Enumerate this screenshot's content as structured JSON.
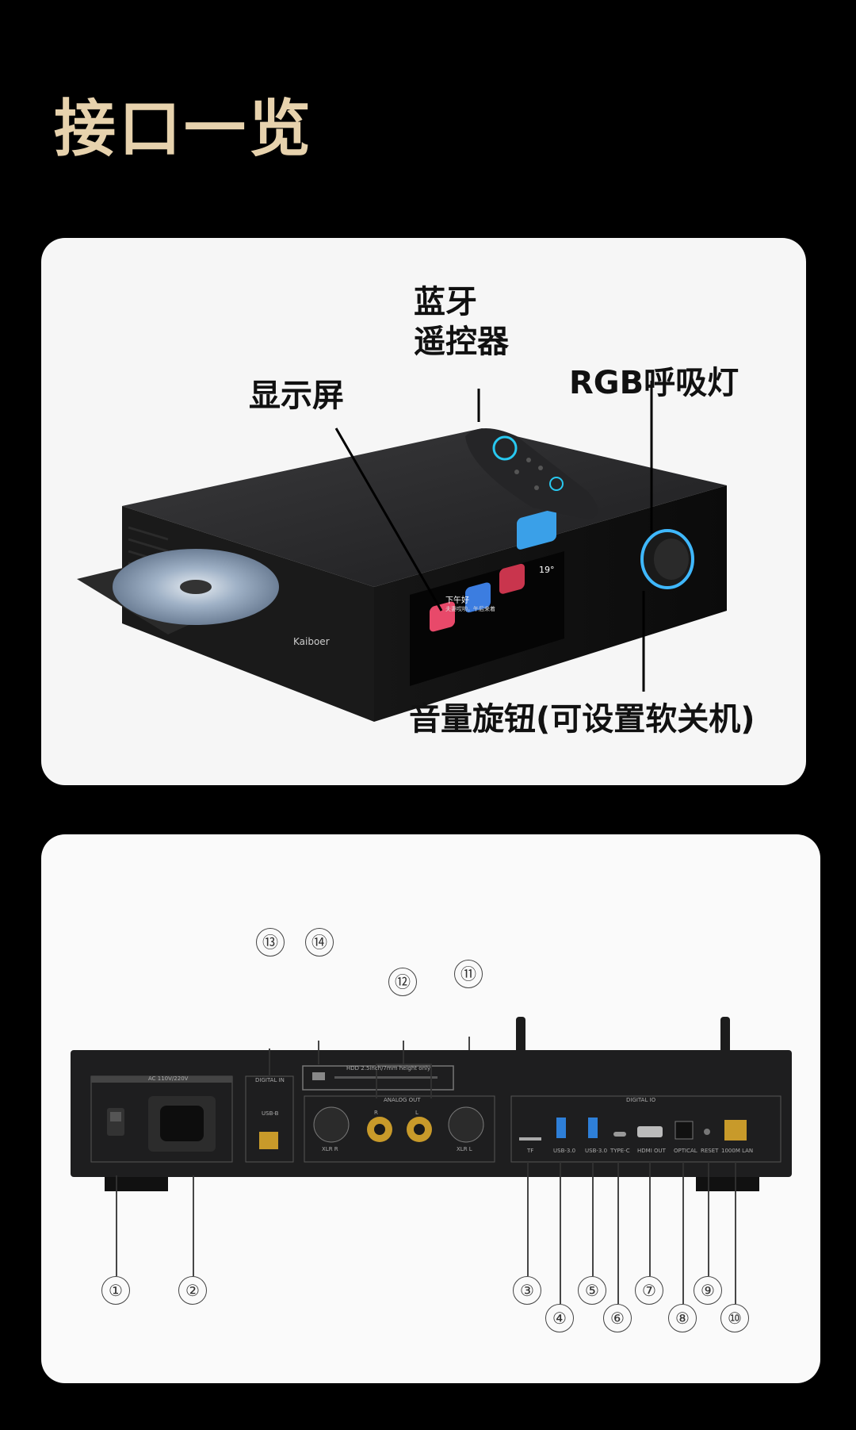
{
  "page": {
    "title": "接口一览"
  },
  "front_panel": {
    "labels": {
      "remote": "蓝牙\n遥控器",
      "display": "显示屏",
      "rgb": "RGB呼吸灯",
      "volume": "音量旋钮(可设置软关机)"
    },
    "brand": "Kaiboer",
    "screen": {
      "greeting": "下午好",
      "sub": "夫妻哎哟，午后来着",
      "temp": "19°"
    }
  },
  "rear_panel": {
    "numbers": [
      "①",
      "②",
      "③",
      "④",
      "⑤",
      "⑥",
      "⑦",
      "⑧",
      "⑨",
      "⑩",
      "⑪",
      "⑫",
      "⑬",
      "⑭"
    ],
    "port_text": {
      "ac": "AC 110V/220V",
      "digital_in": "DIGITAL IN",
      "usb_b": "USB-B",
      "hdd": "HDD 2.5inch/7mm height only",
      "analog_out": "ANALOG OUT",
      "r": "R",
      "l": "L",
      "xlr_r": "XLR R",
      "xlr_l": "XLR L",
      "digital_io": "DIGITAL IO",
      "tf": "TF",
      "usb30a": "USB-3.0",
      "usb30b": "USB-3.0",
      "typec": "TYPE-C",
      "hdmi": "HDMI OUT",
      "optical": "OPTICAL",
      "reset": "RESET",
      "lan": "1000M LAN"
    }
  }
}
